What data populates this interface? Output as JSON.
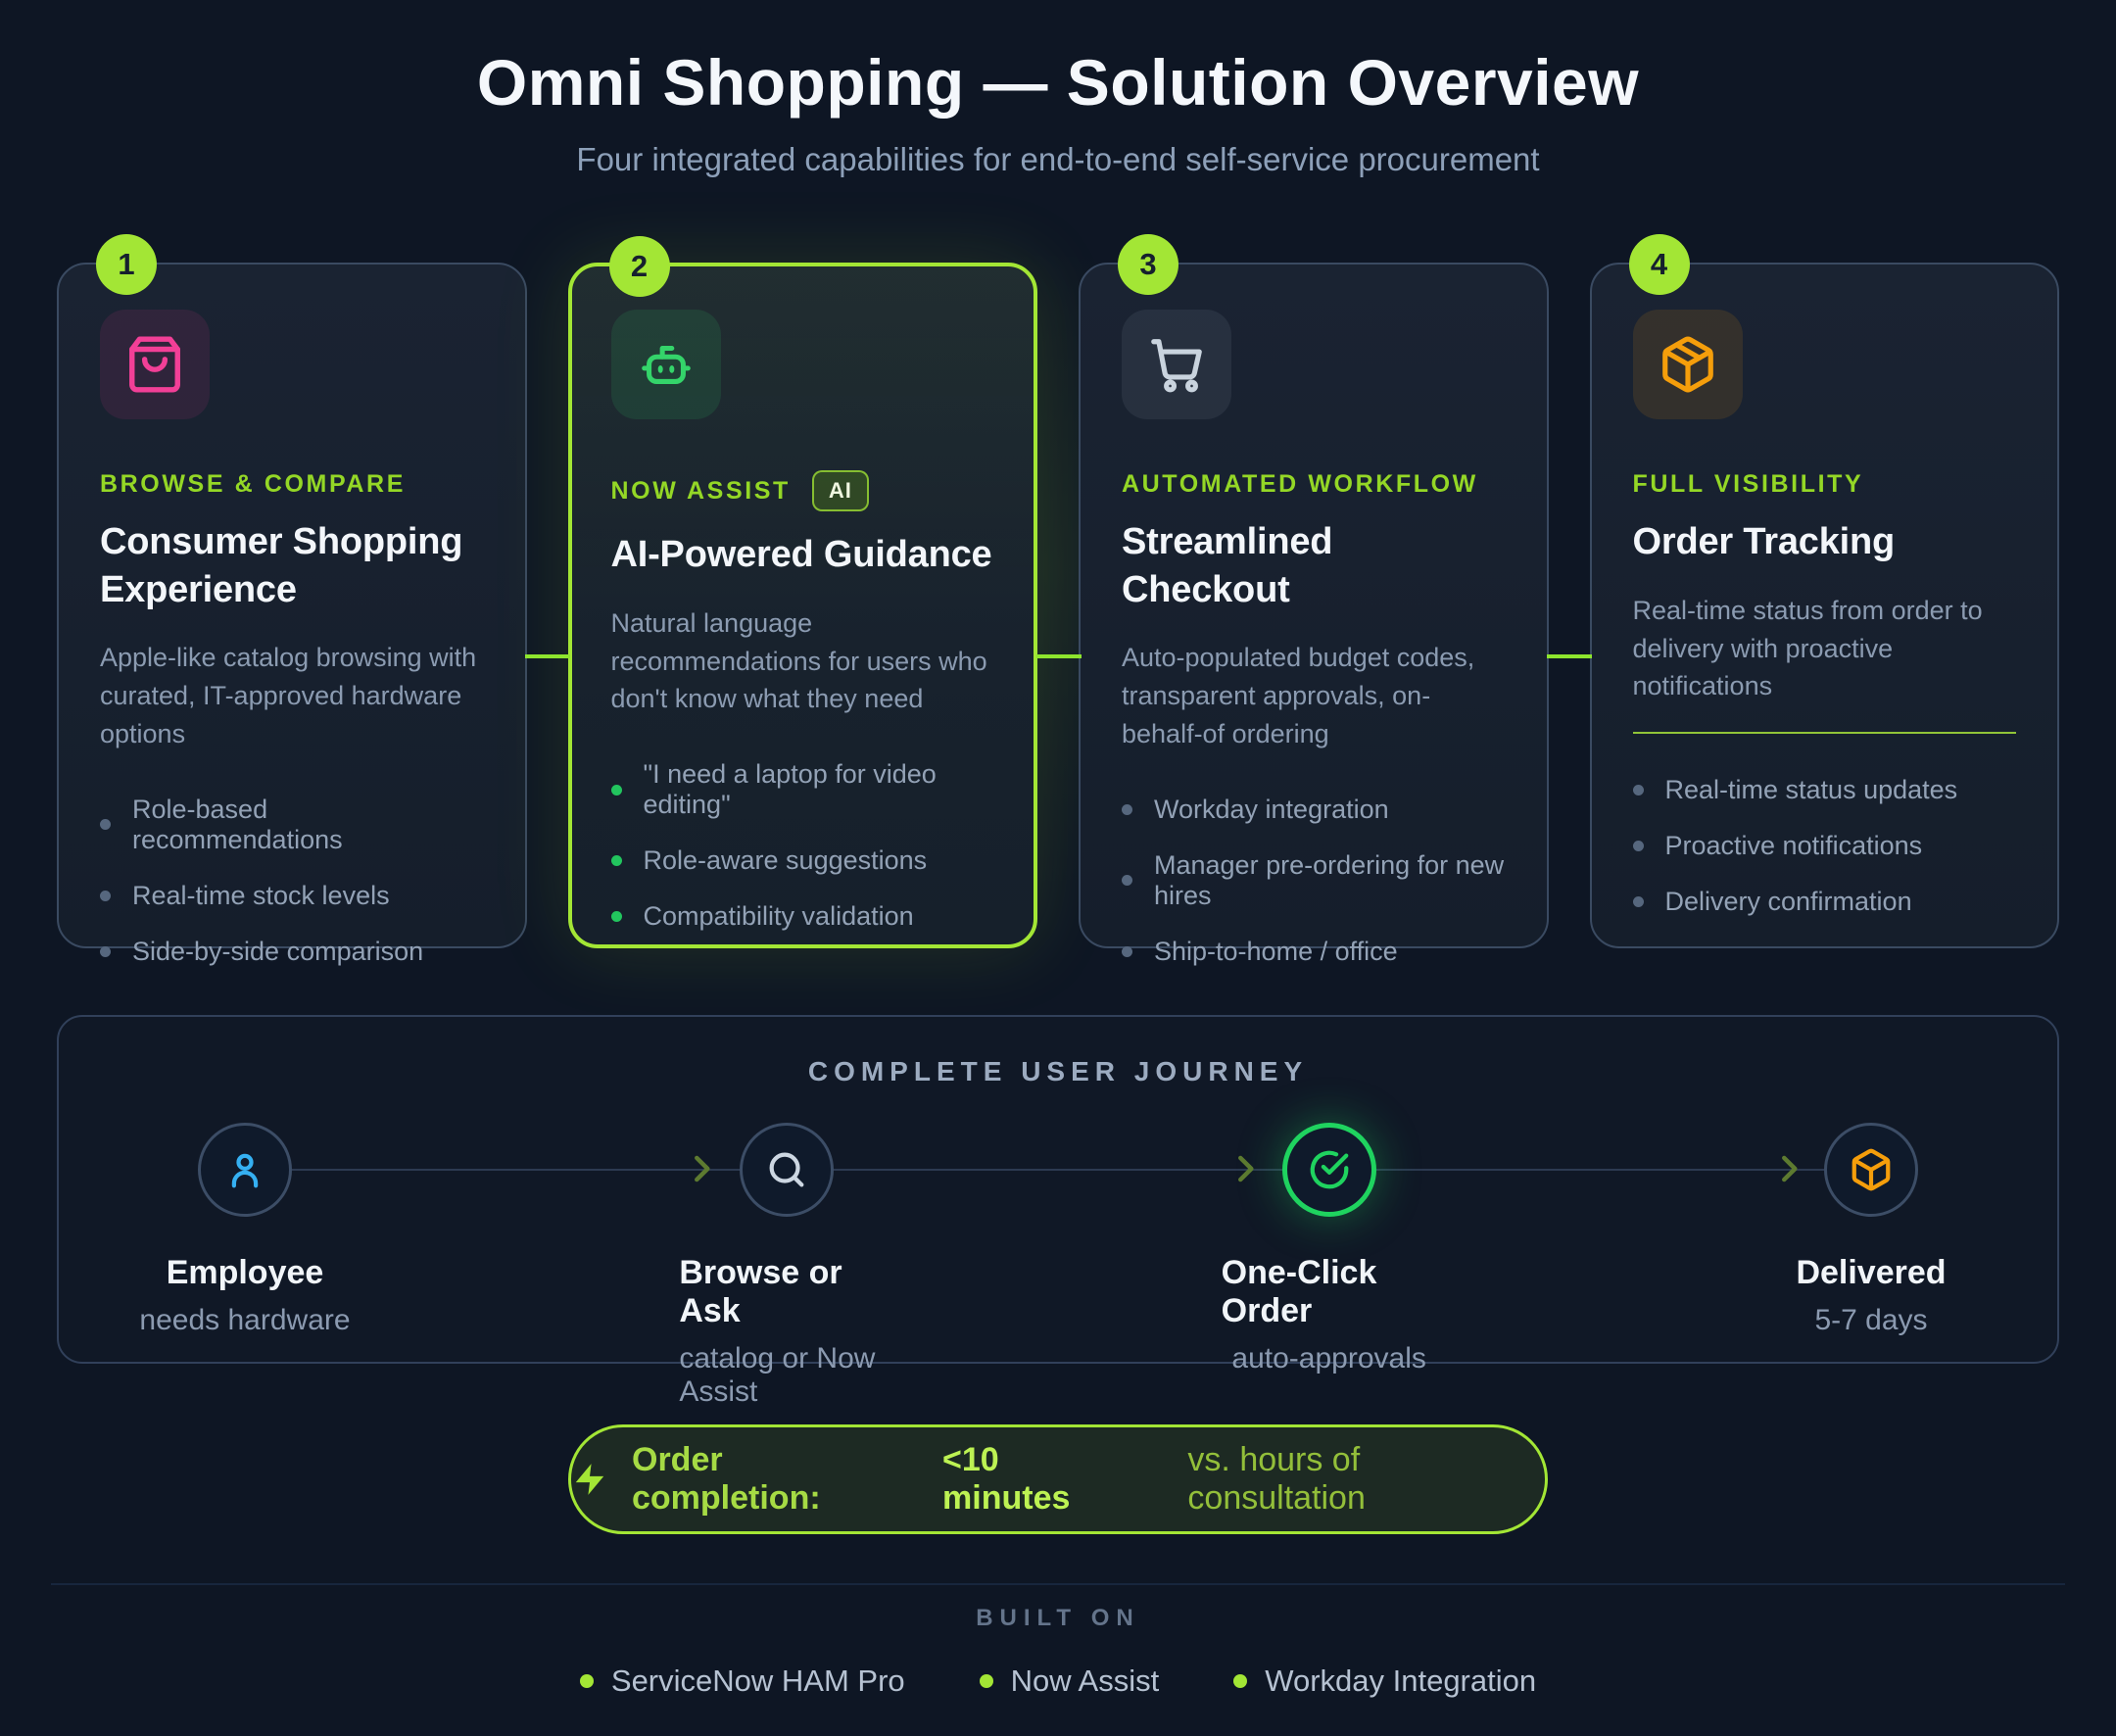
{
  "page": {
    "title": "Omni Shopping — Solution Overview",
    "subtitle": "Four integrated capabilities for end-to-end self-service procurement"
  },
  "colors": {
    "background": "#0e1624",
    "accent_lime": "#a3e635",
    "pink": "#f23f97",
    "robot_green": "#34d46a",
    "check_green": "#1fd35f",
    "orange": "#f59e0b",
    "blue": "#35b0f2"
  },
  "cards": [
    {
      "number": "1",
      "icon": "shopping-bag-icon",
      "eyebrow": "BROWSE & COMPARE",
      "title": "Consumer Shopping Experience",
      "description": "Apple-like catalog browsing with curated, IT-approved hardware options",
      "bullets": [
        "Role-based recommendations",
        "Real-time stock levels",
        "Side-by-side comparison"
      ]
    },
    {
      "number": "2",
      "icon": "robot-icon",
      "eyebrow": "NOW ASSIST",
      "ai_badge": "AI",
      "title": "AI-Powered Guidance",
      "description": "Natural language recommendations for users who don't know what they need",
      "bullets": [
        "\"I need a laptop for video editing\"",
        "Role-aware suggestions",
        "Compatibility validation"
      ]
    },
    {
      "number": "3",
      "icon": "shopping-cart-icon",
      "eyebrow": "AUTOMATED WORKFLOW",
      "title": "Streamlined Checkout",
      "description": "Auto-populated budget codes, transparent approvals, on-behalf-of ordering",
      "bullets": [
        "Workday integration",
        "Manager pre-ordering for new hires",
        "Ship-to-home / office"
      ]
    },
    {
      "number": "4",
      "icon": "package-icon",
      "eyebrow": "FULL VISIBILITY",
      "title": "Order Tracking",
      "description": "Real-time status from order to delivery with proactive notifications",
      "bullets": [
        "Real-time status updates",
        "Proactive notifications",
        "Delivery confirmation"
      ]
    }
  ],
  "journey": {
    "heading": "COMPLETE USER JOURNEY",
    "steps": [
      {
        "icon": "user-icon",
        "label": "Employee",
        "sublabel": "needs hardware"
      },
      {
        "icon": "search-icon",
        "label": "Browse or Ask",
        "sublabel": "catalog or Now Assist"
      },
      {
        "icon": "check-circle-icon",
        "label": "One-Click Order",
        "sublabel": "auto-approvals"
      },
      {
        "icon": "package-icon",
        "label": "Delivered",
        "sublabel": "5-7 days"
      }
    ]
  },
  "callout": {
    "icon": "lightning-bolt-icon",
    "label": "Order completion:",
    "value": "<10 minutes",
    "comparison": "vs. hours of consultation"
  },
  "footer": {
    "heading": "BUILT ON",
    "items": [
      "ServiceNow HAM Pro",
      "Now Assist",
      "Workday Integration"
    ]
  }
}
